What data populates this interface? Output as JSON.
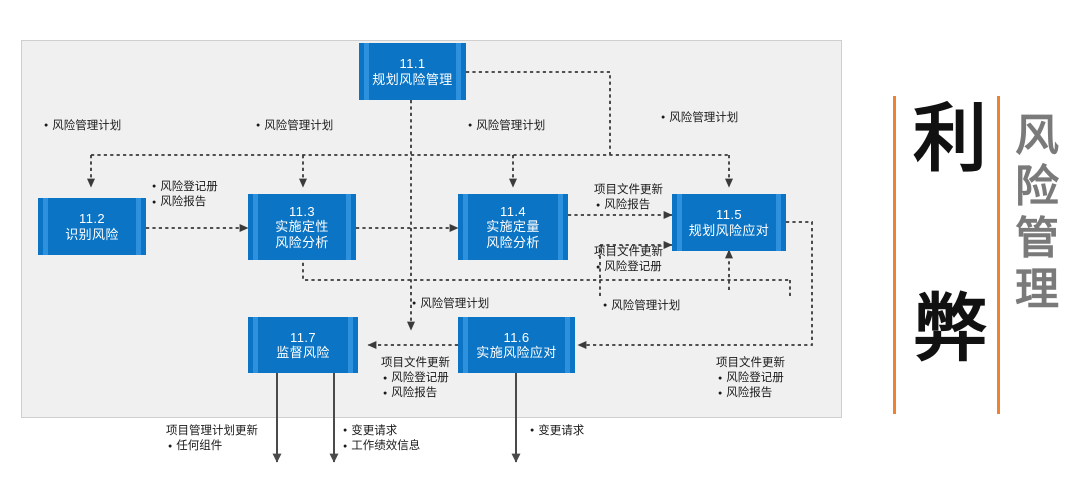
{
  "diagram": {
    "title_block": {
      "accent_color": "#ef8230",
      "big_chars": [
        "利",
        "弊"
      ],
      "side_label_chars": [
        "风",
        "险",
        "管",
        "理"
      ]
    },
    "panel": {
      "background": "#f0f0f0",
      "border": "#cfcfcf"
    },
    "box_color": "#0b74c4",
    "box_accent_color": "#2e91dd",
    "processes": [
      {
        "id": "11.1",
        "num": "11.1",
        "line1": "规划风险管理",
        "line2": ""
      },
      {
        "id": "11.2",
        "num": "11.2",
        "line1": "识别风险",
        "line2": ""
      },
      {
        "id": "11.3",
        "num": "11.3",
        "line1": "实施定性",
        "line2": "风险分析"
      },
      {
        "id": "11.4",
        "num": "11.4",
        "line1": "实施定量",
        "line2": "风险分析"
      },
      {
        "id": "11.5",
        "num": "11.5",
        "line1": "规划风险应对",
        "line2": ""
      },
      {
        "id": "11.6",
        "num": "11.6",
        "line1": "实施风险应对",
        "line2": ""
      },
      {
        "id": "11.7",
        "num": "11.7",
        "line1": "监督风险",
        "line2": ""
      }
    ],
    "annotations": {
      "a1": {
        "items": [
          "风险管理计划"
        ]
      },
      "a2": {
        "items": [
          "风险管理计划"
        ]
      },
      "a3": {
        "items": [
          "风险管理计划"
        ]
      },
      "a4": {
        "items": [
          "风险管理计划"
        ]
      },
      "a5": {
        "items": [
          "风险登记册",
          "风险报告"
        ]
      },
      "a6": {
        "header": "项目文件更新",
        "items": [
          "风险报告"
        ]
      },
      "a7": {
        "header": "项目文件更新",
        "items": [
          "风险登记册"
        ]
      },
      "a8": {
        "items": [
          "风险管理计划"
        ]
      },
      "a9": {
        "items": [
          "风险管理计划"
        ]
      },
      "a10": {
        "header": "项目文件更新",
        "items": [
          "风险登记册",
          "风险报告"
        ]
      },
      "a11": {
        "header": "项目文件更新",
        "items": [
          "风险登记册",
          "风险报告"
        ]
      },
      "a12": {
        "header": "项目管理计划更新",
        "items": [
          "任何组件"
        ]
      },
      "a13": {
        "items": [
          "变更请求",
          "工作绩效信息"
        ]
      },
      "a14": {
        "items": [
          "变更请求"
        ]
      }
    }
  }
}
